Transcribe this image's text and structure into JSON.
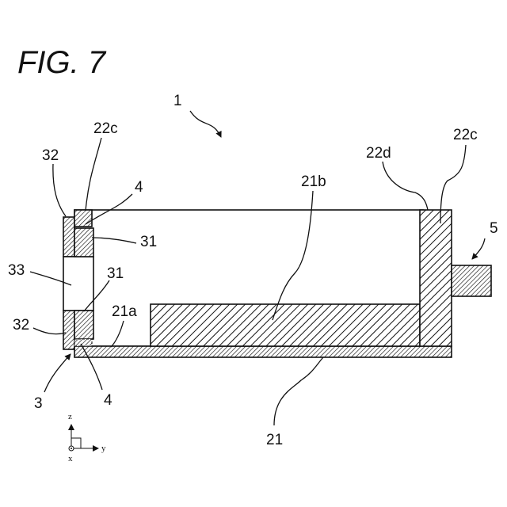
{
  "figure": {
    "title": "FIG. 7"
  },
  "labels": {
    "device": "1",
    "top_plate_left": "22c",
    "top_plate_right": "22c",
    "side_wall": "22d",
    "member_21b": "21b",
    "gap_upper": "4",
    "gap_lower": "4",
    "frame_upper": "32",
    "frame_lower": "32",
    "window": "33",
    "part_31_upper": "31",
    "part_31_lower": "31",
    "surface_21a": "21a",
    "assembly_3": "3",
    "base_plate": "21",
    "projection": "5"
  },
  "axes": {
    "z": "z",
    "y": "y",
    "x": "x"
  }
}
